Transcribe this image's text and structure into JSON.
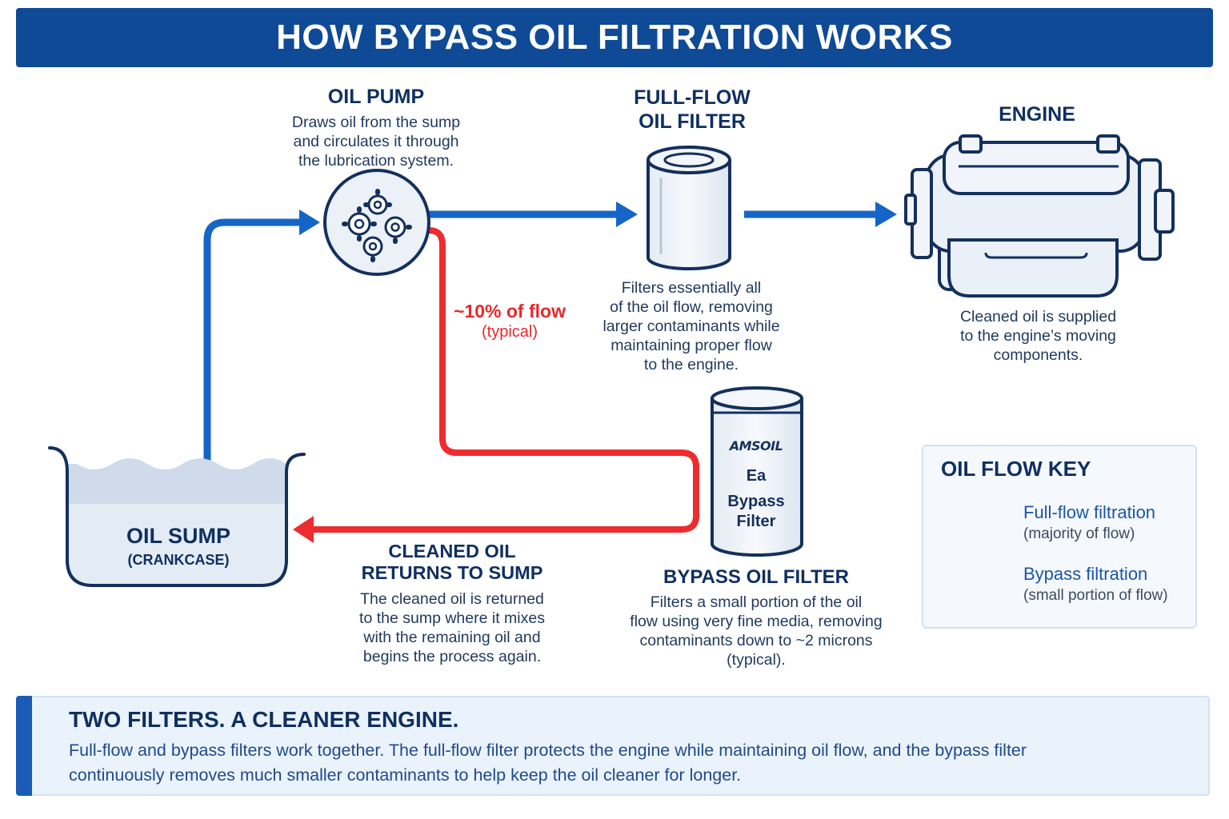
{
  "header": {
    "title": "HOW BYPASS OIL FILTRATION WORKS"
  },
  "oil_pump": {
    "title": "OIL PUMP",
    "description": [
      "Draws oil from the sump",
      "and circulates it through",
      "the lubrication system."
    ]
  },
  "full_flow_filter": {
    "title": [
      "FULL-FLOW",
      "OIL FILTER"
    ],
    "description": [
      "Filters essentially all",
      "of the oil flow, removing",
      "larger contaminants while",
      "maintaining proper flow",
      "to the engine."
    ]
  },
  "engine": {
    "title": "ENGINE",
    "description": [
      "Cleaned oil is supplied",
      "to the engine’s moving",
      "components."
    ]
  },
  "bypass_flow": {
    "amount": "~10% of flow",
    "qualifier": "(typical)"
  },
  "oil_sump": {
    "title": "OIL SUMP",
    "subtitle": "(CRANKCASE)"
  },
  "cleaned_oil": {
    "title": [
      "CLEANED OIL",
      "RETURNS TO SUMP"
    ],
    "description": [
      "The cleaned oil is returned",
      "to the sump where it mixes",
      "with the remaining oil and",
      "begins the process again."
    ]
  },
  "bypass_filter": {
    "brand": "AMSOIL",
    "can_label": [
      "Ea",
      "Bypass",
      "Filter"
    ],
    "title": "BYPASS OIL FILTER",
    "description": [
      "Filters a small portion of the oil",
      "flow using very fine media, removing",
      "contaminants down to ~2 microns",
      "(typical)."
    ]
  },
  "key": {
    "title": "OIL FLOW KEY",
    "items": [
      {
        "label": "Full-flow filtration",
        "sub": "(majority of flow)",
        "color": "#1565c8"
      },
      {
        "label": "Bypass filtration",
        "sub": "(small portion of flow)",
        "color": "#ee2b2e"
      }
    ]
  },
  "summary": {
    "title": "TWO FILTERS. A CLEANER ENGINE.",
    "lines": [
      "Full-flow and bypass filters work together. The full-flow filter protects the engine while maintaining oil flow, and the bypass filter",
      "continuously removes much smaller contaminants to help keep the oil cleaner for longer."
    ]
  },
  "colors": {
    "full_flow": "#1565c8",
    "bypass": "#ee2b2e",
    "navy": "#0e4a96",
    "outline": "#14305c"
  }
}
